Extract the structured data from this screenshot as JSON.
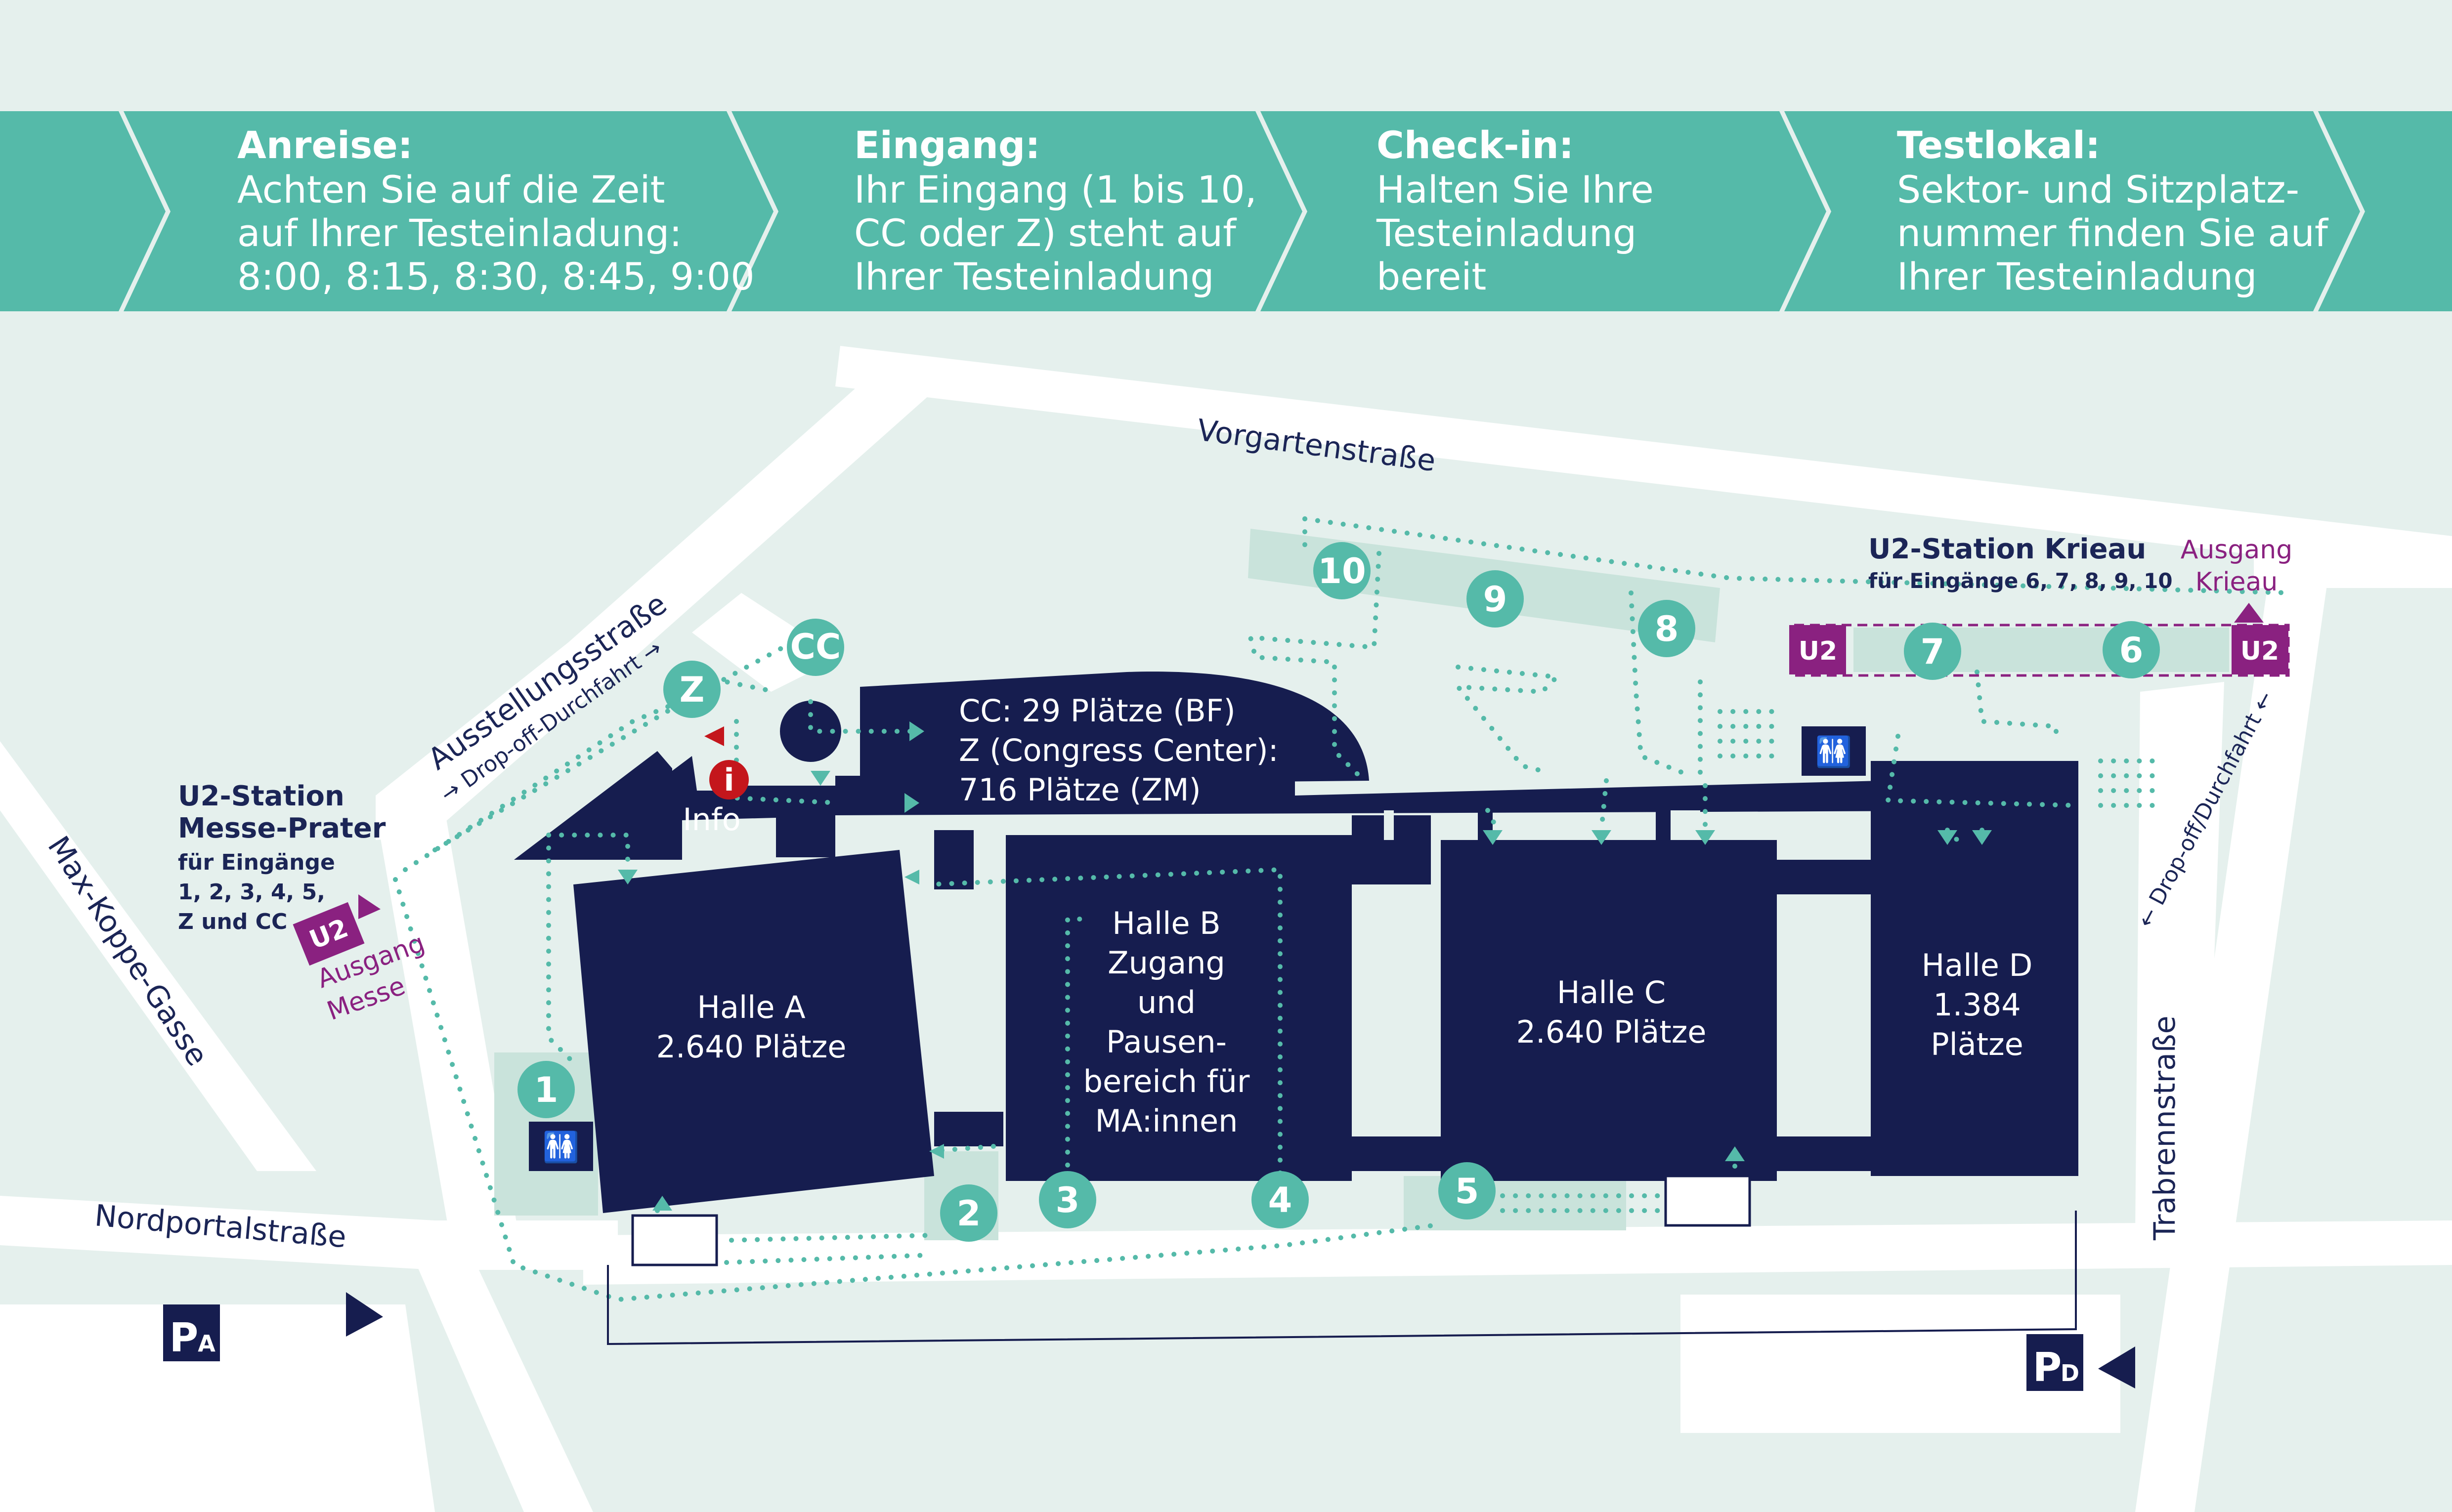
{
  "colors": {
    "background": "#e5f0ed",
    "road": "#ffffff",
    "teal": "#55baa9",
    "hall": "#161d4f",
    "u2_purple": "#8a2180",
    "info_red": "#c4161c",
    "light_teal": "#c9e3db"
  },
  "banner": {
    "steps": [
      {
        "title": "Anreise:",
        "lines": [
          "Achten Sie auf die Zeit",
          "auf Ihrer Testeinladung:",
          "8:00, 8:15, 8:30, 8:45, 9:00"
        ]
      },
      {
        "title": "Eingang:",
        "lines": [
          "Ihr Eingang (1 bis 10,",
          "CC oder Z) steht auf",
          "Ihrer Testeinladung"
        ]
      },
      {
        "title": "Check-in:",
        "lines": [
          "Halten Sie Ihre",
          "Testeinladung",
          "bereit"
        ]
      },
      {
        "title": "Testlokal:",
        "lines": [
          "Sektor- und Sitzplatz-",
          "nummer finden Sie auf",
          "Ihrer Testeinladung"
        ]
      }
    ]
  },
  "streets": {
    "vorgarten": "Vorgartenstraße",
    "ausstellung": "Ausstellungsstraße",
    "max_koppe": "Max-Koppe-Gasse",
    "nordportal": "Nordportalstraße",
    "trabrenn": "Trabrennstraße",
    "dropoff_left": "→ Drop-off-Durchfahrt →",
    "dropoff_right": "← Drop-off/Durchfahrt ←"
  },
  "stations": {
    "messe": {
      "title_1": "U2-Station",
      "title_2": "Messe-Prater",
      "sub": [
        "für Eingänge",
        "1, 2, 3, 4, 5,",
        "Z und CC"
      ],
      "exit": [
        "Ausgang",
        "Messe"
      ]
    },
    "krieau": {
      "title": "U2-Station Krieau",
      "sub": "für Eingänge 6, 7, 8, 9, 10",
      "exit": [
        "Ausgang",
        "Krieau"
      ]
    },
    "u2_label": "U2"
  },
  "halls": {
    "a": [
      "Halle A",
      "2.640 Plätze"
    ],
    "b": [
      "Halle B",
      "Zugang",
      "und",
      "Pausen-",
      "bereich für",
      "MA:innen"
    ],
    "c": [
      "Halle C",
      "2.640 Plätze"
    ],
    "d": [
      "Halle D",
      "1.384",
      "Plätze"
    ],
    "cc": [
      "CC: 29 Plätze (BF)",
      "Z (Congress Center):",
      "716 Plätze (ZM)"
    ]
  },
  "info": {
    "icon": "i",
    "label": "Info"
  },
  "entrances": [
    "1",
    "2",
    "3",
    "4",
    "5",
    "6",
    "7",
    "8",
    "9",
    "10",
    "Z",
    "CC"
  ],
  "parking": {
    "a": {
      "letter": "P",
      "sub": "A"
    },
    "d": {
      "letter": "P",
      "sub": "D"
    }
  },
  "icons": [
    "toilet-icon",
    "u2-sign-icon",
    "info-icon",
    "parking-icon",
    "arrow-icon"
  ]
}
